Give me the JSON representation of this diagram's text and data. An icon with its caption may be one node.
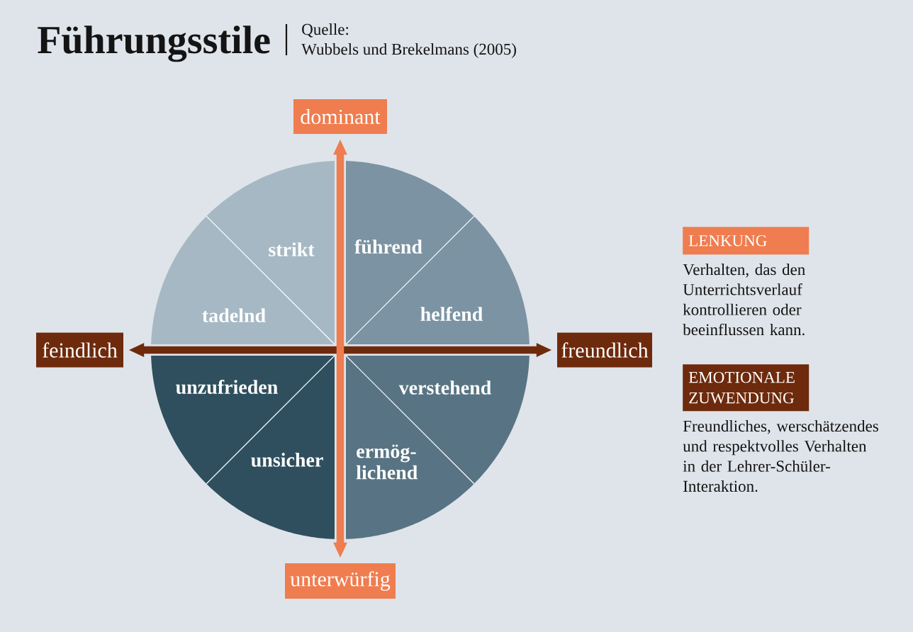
{
  "diagram": {
    "title": "Führungsstile",
    "nodes": [
      {
        "text": [
          "dominant"
        ]
      },
      {
        "text": [
          "strikt"
        ]
      },
      {
        "text": [
          "führend"
        ]
      },
      {
        "text": [
          "tadelnd"
        ]
      },
      {
        "text": [
          "helfend"
        ]
      },
      {
        "text": [
          "feindlich"
        ]
      },
      {
        "text": [
          "freundlich"
        ]
      },
      {
        "text": [
          "unzufrieden"
        ]
      },
      {
        "text": [
          "verstehend"
        ]
      },
      {
        "text": [
          "unsicher"
        ]
      },
      {
        "text": [
          "ermög- lichend"
        ]
      },
      {
        "text": [
          "unterwürfig"
        ]
      },
      {
        "text": [
          "LENKUNG"
        ],
        "beside": [
          "Verhalten, das den Unterrichtsverlauf kontrollieren oder beeinflussen kann."
        ]
      },
      {
        "text": [
          "EMOTIONALE ZUWENDUNG"
        ],
        "beside": [
          "Freundliches, werschätzendes und respektvolles Verhalten in der Lehrer-Schüler- Interaktion."
        ]
      }
    ],
    "edges": [
      {
        "from": 5,
        "to": 6,
        "arrow": "both",
        "color": "#6e2a0c"
      },
      {
        "from": 0,
        "to": 11,
        "arrow": "both",
        "color": "#ef7d4f"
      }
    ],
    "labels": [
      "Quelle:",
      "Wubbels und Brekelmans (2005)"
    ]
  }
}
